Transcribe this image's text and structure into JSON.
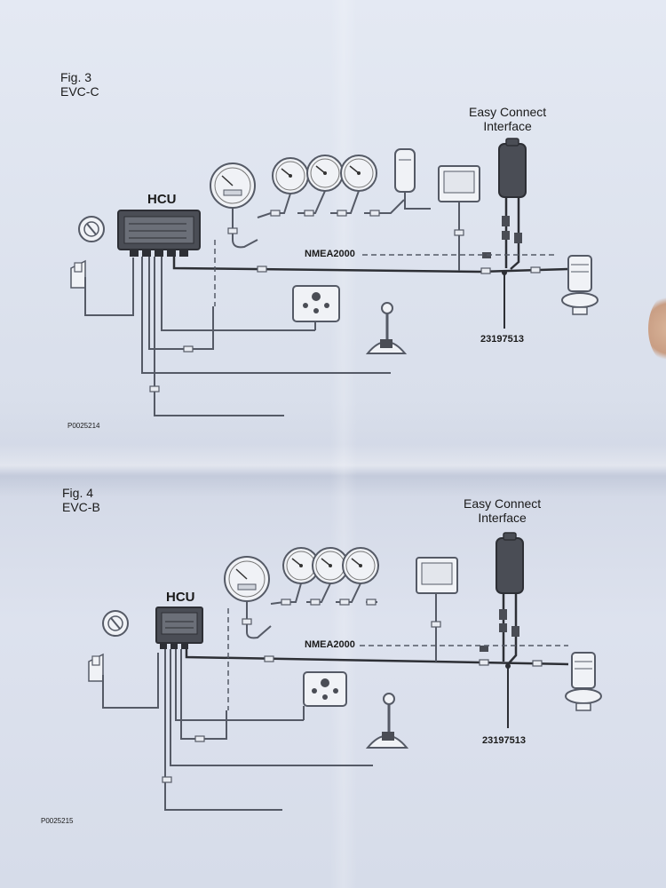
{
  "figures": [
    {
      "fig_label": "Fig. 3",
      "system_label": "EVC-C",
      "hcu_label": "HCU",
      "interface_label_line1": "Easy Connect",
      "interface_label_line2": "Interface",
      "network_label": "NMEA2000",
      "part_number": "23197513",
      "code": "P0025214"
    },
    {
      "fig_label": "Fig. 4",
      "system_label": "EVC-B",
      "hcu_label": "HCU",
      "interface_label_line1": "Easy Connect",
      "interface_label_line2": "Interface",
      "network_label": "NMEA2000",
      "part_number": "23197513",
      "code": "P0025215"
    }
  ],
  "colors": {
    "line": "#555a66",
    "device_fill": "#4a4d55",
    "device_light": "#e8ebf1",
    "paper": "#dde2ee"
  }
}
